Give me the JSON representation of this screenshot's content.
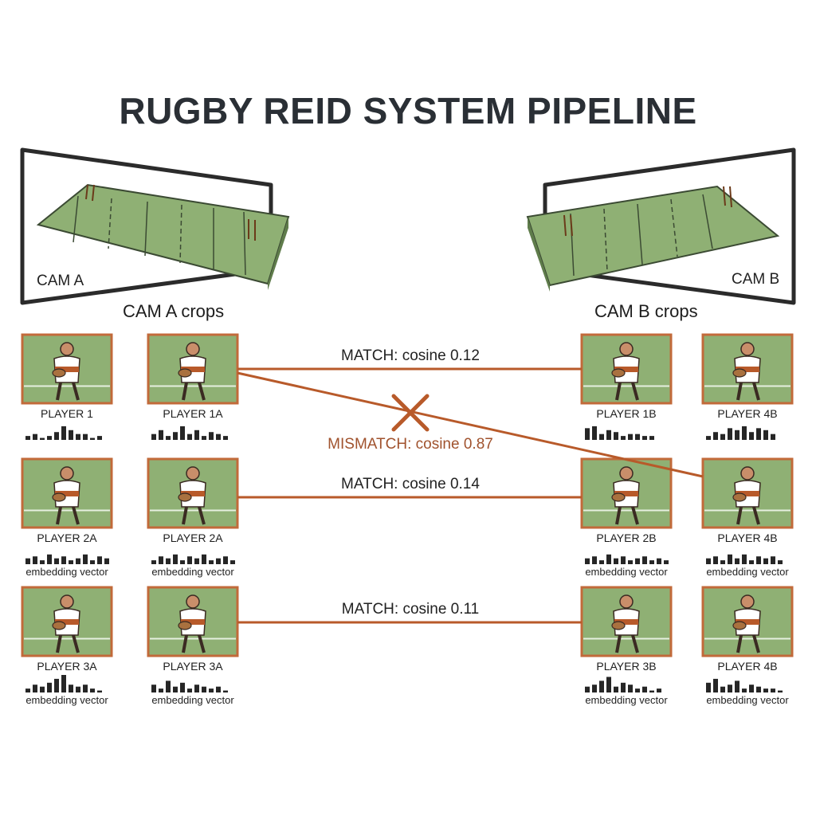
{
  "title": "RUGBY REID SYSTEM PIPELINE",
  "colors": {
    "accent": "#b85a2a",
    "mismatch_text": "#a0522d",
    "pitch": "#8fb074",
    "frame_border": "#c26a3a",
    "ink": "#2a2f35"
  },
  "cameras": {
    "a_label": "CAM A",
    "b_label": "CAM B"
  },
  "sections": {
    "a_crops": "CAM A crops",
    "b_crops": "CAM B crops"
  },
  "columns": [
    {
      "cells": [
        {
          "label": "PLAYER 1",
          "embedding": "",
          "bars": [
            2,
            3,
            1,
            2,
            4,
            7,
            5,
            3,
            3,
            1,
            2
          ]
        },
        {
          "label": "PLAYER 2A",
          "embedding": "embedding vector",
          "bars": [
            3,
            4,
            2,
            5,
            3,
            4,
            2,
            3,
            5,
            2,
            4,
            3
          ]
        },
        {
          "label": "PLAYER 3A",
          "embedding": "embedding vector",
          "bars": [
            2,
            4,
            3,
            5,
            7,
            9,
            4,
            3,
            4,
            2,
            1
          ]
        }
      ]
    },
    {
      "cells": [
        {
          "label": "PLAYER 1A",
          "embedding": "",
          "bars": [
            3,
            5,
            2,
            4,
            7,
            3,
            5,
            2,
            4,
            3,
            2
          ]
        },
        {
          "label": "PLAYER 2A",
          "embedding": "embedding vector",
          "bars": [
            2,
            4,
            3,
            5,
            2,
            4,
            3,
            5,
            2,
            3,
            4,
            2
          ]
        },
        {
          "label": "PLAYER 3A",
          "embedding": "embedding vector",
          "bars": [
            4,
            2,
            6,
            3,
            5,
            2,
            4,
            3,
            2,
            3,
            1
          ]
        }
      ]
    },
    {
      "cells": [
        {
          "label": "PLAYER 1B",
          "embedding": "",
          "bars": [
            6,
            7,
            3,
            5,
            4,
            2,
            3,
            3,
            2,
            2
          ]
        },
        {
          "label": "PLAYER 2B",
          "embedding": "embedding vector",
          "bars": [
            3,
            4,
            2,
            5,
            3,
            4,
            2,
            3,
            4,
            2,
            3,
            2
          ]
        },
        {
          "label": "PLAYER 3B",
          "embedding": "embedding vector",
          "bars": [
            3,
            4,
            6,
            8,
            3,
            5,
            4,
            2,
            3,
            1,
            2
          ]
        }
      ]
    },
    {
      "cells": [
        {
          "label": "PLAYER 4B",
          "embedding": "",
          "bars": [
            2,
            4,
            3,
            6,
            5,
            7,
            4,
            6,
            5,
            3
          ]
        },
        {
          "label": "PLAYER 4B",
          "embedding": "embedding vector",
          "bars": [
            3,
            4,
            2,
            5,
            3,
            5,
            2,
            4,
            3,
            4,
            2
          ]
        },
        {
          "label": "PLAYER 4B",
          "embedding": "embedding vector",
          "bars": [
            5,
            7,
            3,
            4,
            6,
            2,
            4,
            3,
            2,
            2,
            1
          ]
        }
      ]
    }
  ],
  "connections": [
    {
      "label": "MATCH: cosine 0.12",
      "type": "match"
    },
    {
      "label": "MISMATCH: cosine 0.87",
      "type": "mismatch"
    },
    {
      "label": "MATCH: cosine 0.14",
      "type": "match"
    },
    {
      "label": "MATCH: cosine 0.11",
      "type": "match"
    }
  ]
}
